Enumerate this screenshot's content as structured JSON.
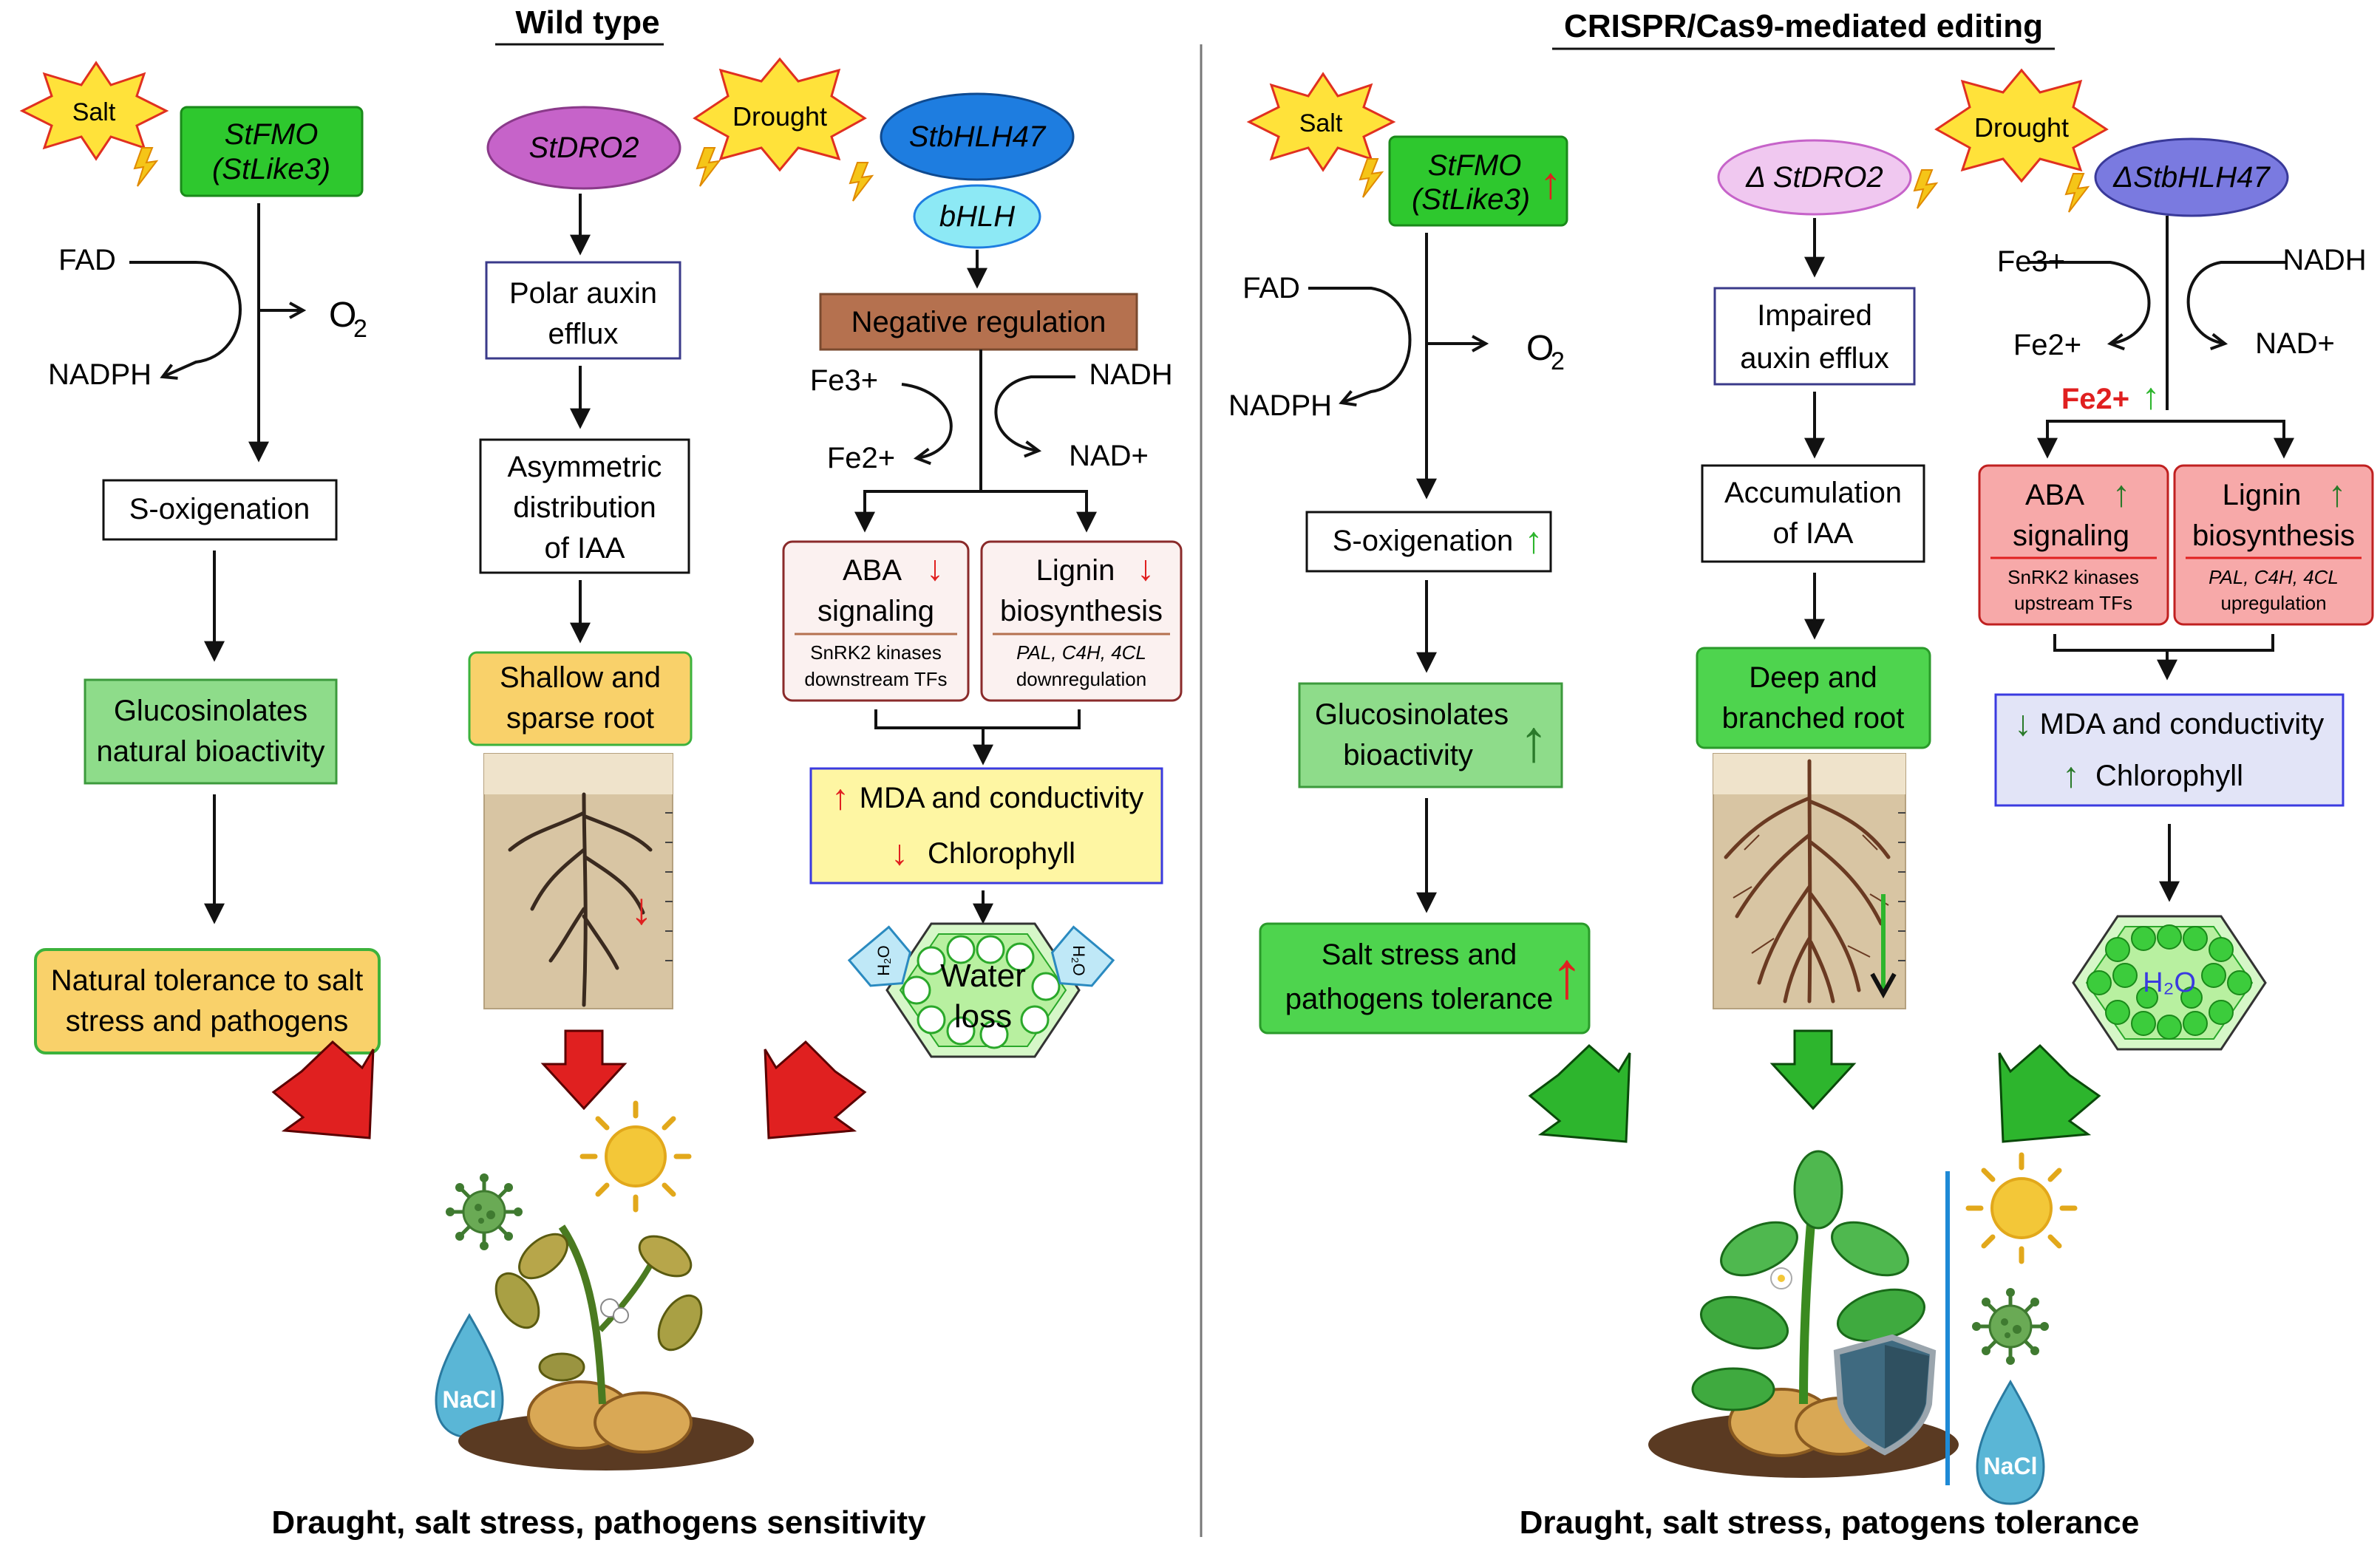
{
  "wt": {
    "title": "Wild type",
    "fmo": {
      "salt": "Salt",
      "gene1": "StFMO",
      "gene2": "(StLike3)",
      "fad": "FAD",
      "nadph": "NADPH",
      "o2": "O",
      "o2_sub": "2",
      "step1": "S-oxigenation",
      "step2a": "Glucosinolates",
      "step2b": "natural bioactivity",
      "step3a": "Natural tolerance to salt",
      "step3b": "stress and pathogens"
    },
    "dro": {
      "gene": "StDRO2",
      "step1a": "Polar auxin",
      "step1b": "efflux",
      "step2a": "Asymmetric",
      "step2b": "distribution",
      "step2c": "of IAA",
      "step3a": "Shallow and",
      "step3b": "sparse root",
      "arrow": "↓"
    },
    "bhlh": {
      "drought": "Drought",
      "gene": "StbHLH47",
      "domain": "bHLH",
      "reg": "Negative regulation",
      "fe3": "Fe3+",
      "fe2": "Fe2+",
      "nadh": "NADH",
      "nad": "NAD+",
      "aba1": "ABA",
      "aba2": "signaling",
      "aba3": "SnRK2 kinases",
      "aba4": "downstream TFs",
      "lig1": "Lignin",
      "lig2": "biosynthesis",
      "lig3": "PAL, C4H, 4CL",
      "lig4": "downregulation",
      "mda": "MDA and conductivity",
      "chl": "Chlorophyll",
      "h2o": "H₂O",
      "water1": "Water",
      "water2": "loss"
    },
    "nacl": "NaCl",
    "outcome": "Draught, salt stress, pathogens sensitivity"
  },
  "ko": {
    "title": "CRISPR/Cas9-mediated editing",
    "fmo": {
      "salt": "Salt",
      "gene1": "StFMO",
      "gene2": "(StLike3)",
      "fad": "FAD",
      "nadph": "NADPH",
      "o2": "O",
      "o2_sub": "2",
      "step1": "S-oxigenation",
      "step2a": "Glucosinolates",
      "step2b": "bioactivity",
      "step3a": "Salt stress and",
      "step3b": "pathogens tolerance"
    },
    "dro": {
      "gene": "Δ StDRO2",
      "step1a": "Impaired",
      "step1b": "auxin efflux",
      "step2a": "Accumulation",
      "step2b": "of IAA",
      "step3a": "Deep and",
      "step3b": "branched root"
    },
    "bhlh": {
      "drought": "Drought",
      "gene": "ΔStbHLH47",
      "fe3": "Fe3+",
      "fe2": "Fe2+",
      "nadh": "NADH",
      "nad": "NAD+",
      "fe2up": "Fe2+",
      "aba1": "ABA",
      "aba2": "signaling",
      "aba3": "SnRK2 kinases",
      "aba4": "upstream TFs",
      "lig1": "Lignin",
      "lig2": "biosynthesis",
      "lig3": "PAL, C4H, 4CL",
      "lig4": "upregulation",
      "mda": "MDA and conductivity",
      "chl": "Chlorophyll",
      "h2o": "H₂O"
    },
    "nacl": "NaCl",
    "outcome": "Draught, salt stress, patogens tolerance"
  },
  "colors": {
    "red": "#e02020",
    "green": "#2db52d",
    "darkgreen": "#2a7a2a",
    "gene_green": "#2ec82e",
    "purple": "#c663c9",
    "blue": "#1e7de0",
    "brown": "#b5714f"
  }
}
